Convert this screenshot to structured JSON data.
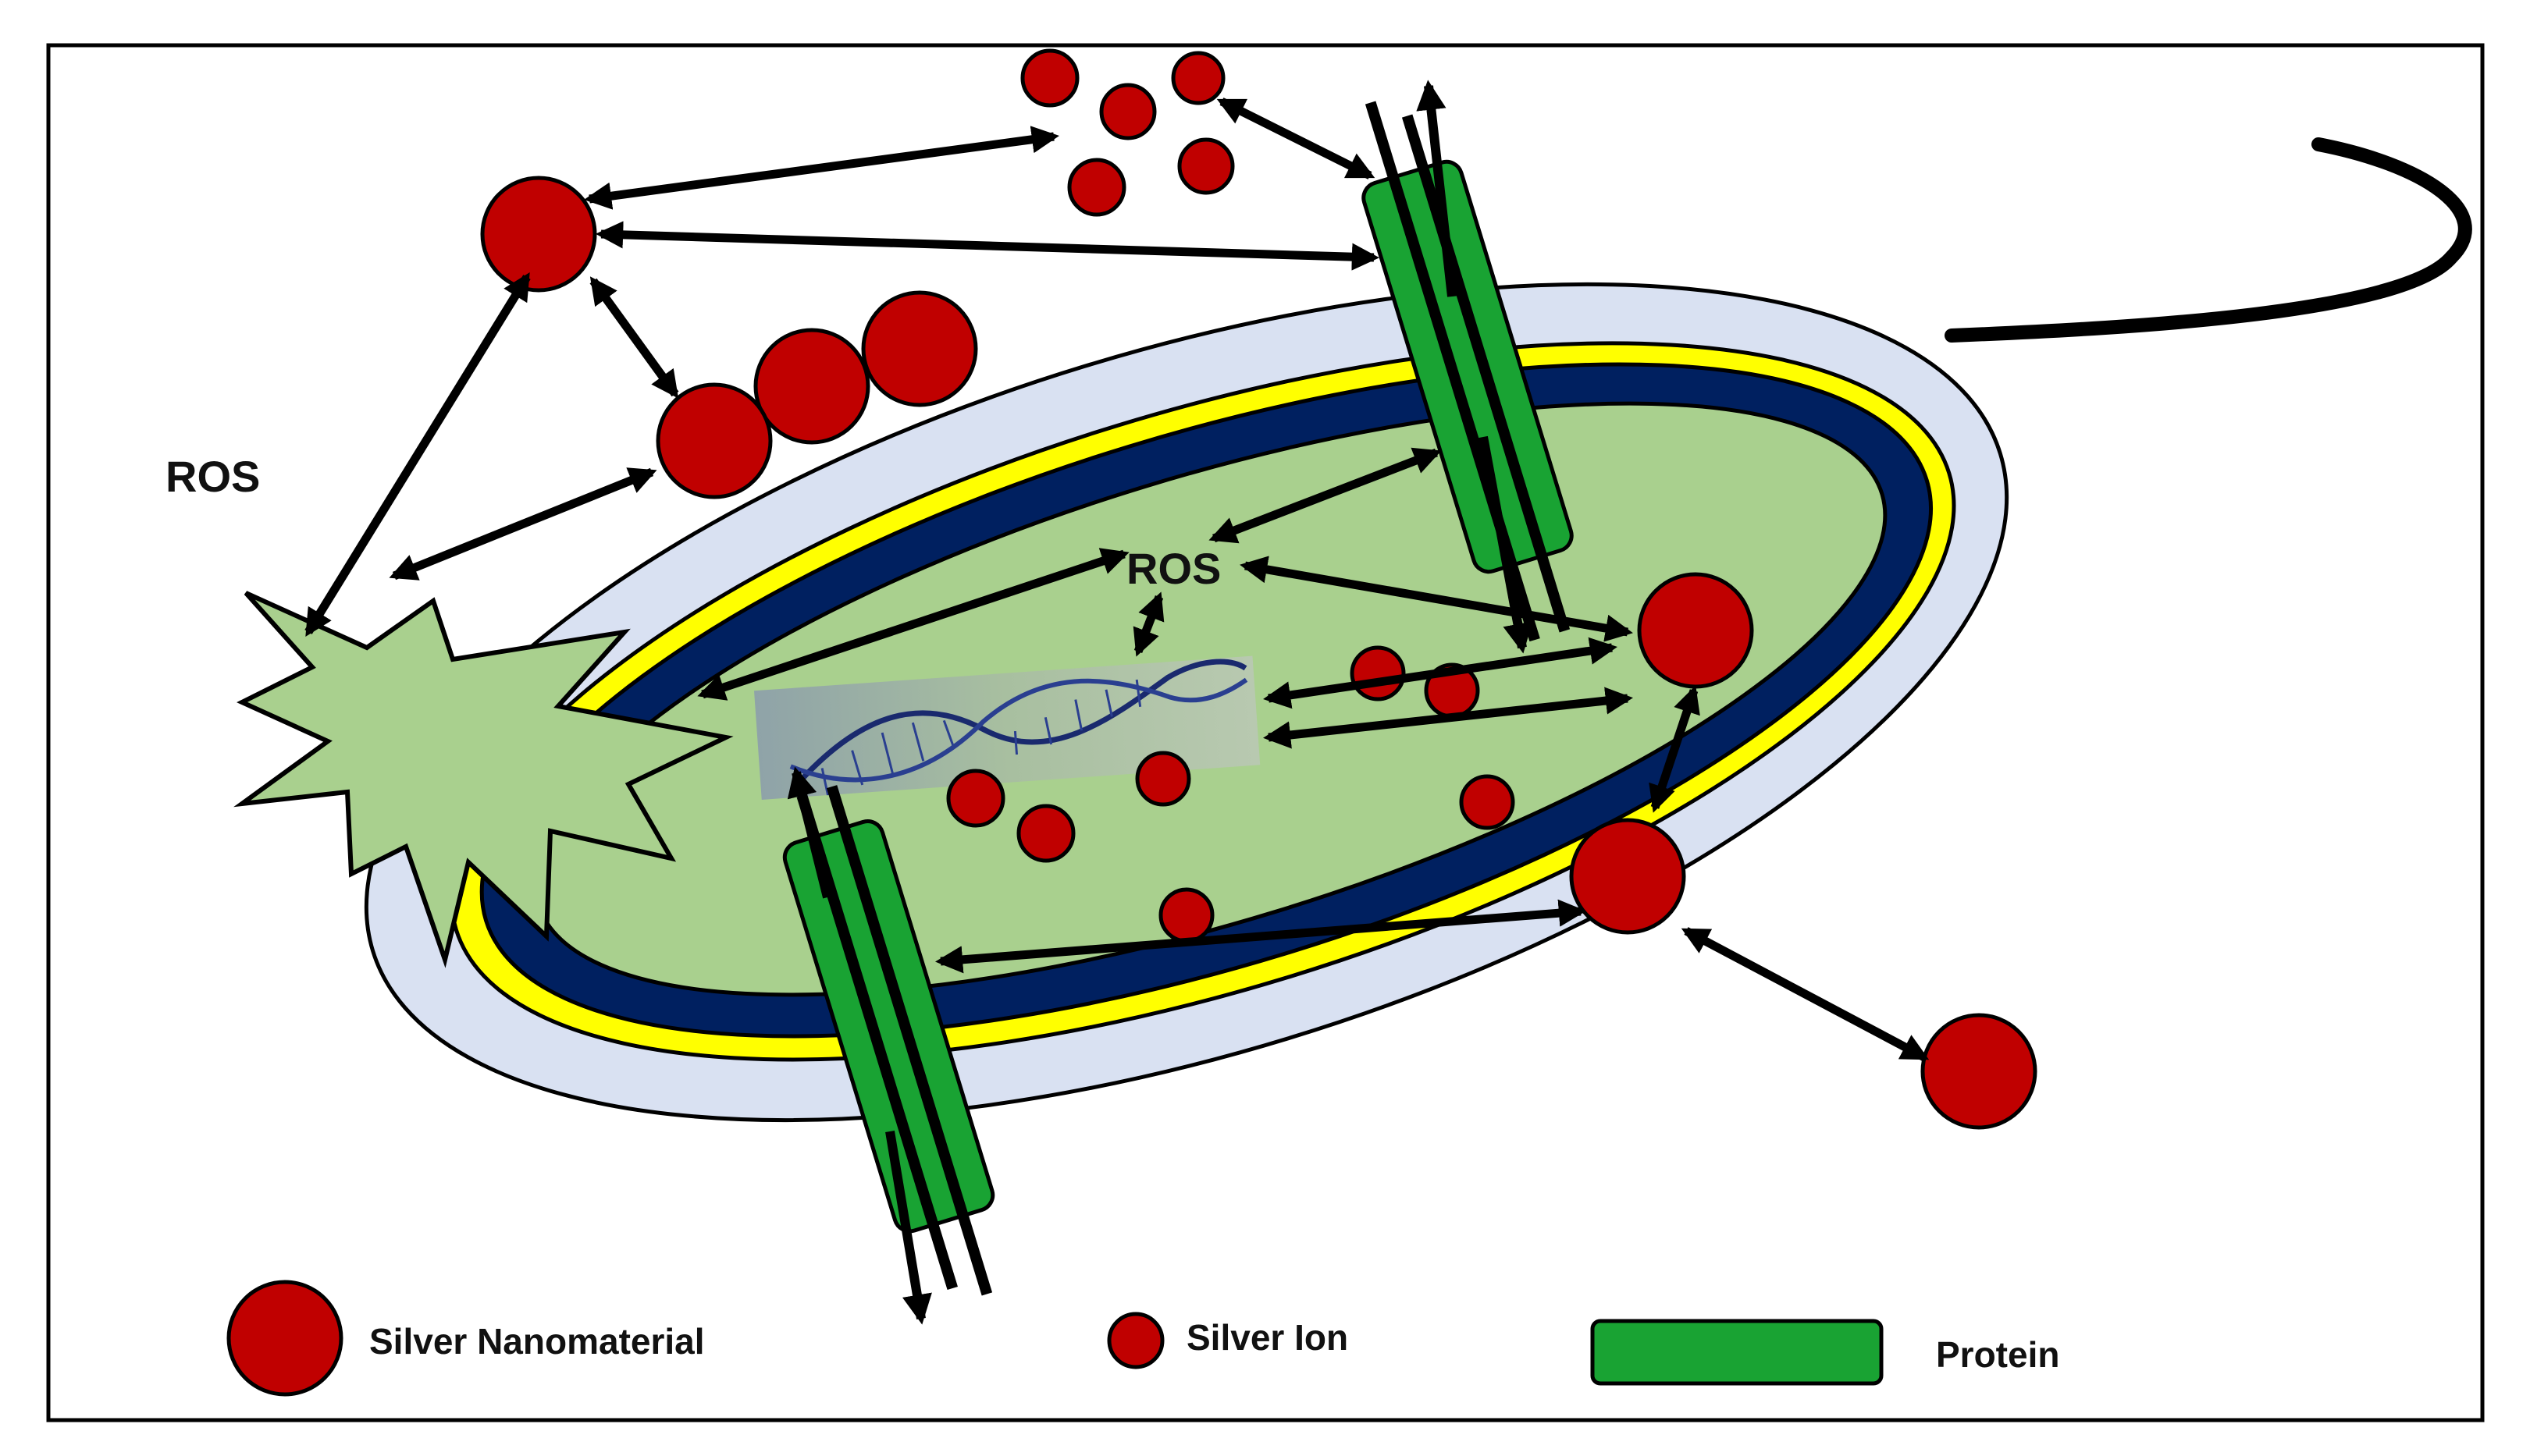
{
  "labels": {
    "ros_outer": "ROS",
    "ros_inner": "ROS"
  },
  "legend": {
    "nanomaterial": "Silver Nanomaterial",
    "ion": "Silver Ion",
    "protein": "Protein"
  },
  "colors": {
    "silver_red": "#c00000",
    "protein_green": "#19a333",
    "cytoplasm": "#a9d08e",
    "outer_wall": "#d9e1f2",
    "membrane_yellow": "#ffff00",
    "membrane_navy": "#002060",
    "ros_burst": "#a9d08e",
    "frame": "#000000"
  }
}
